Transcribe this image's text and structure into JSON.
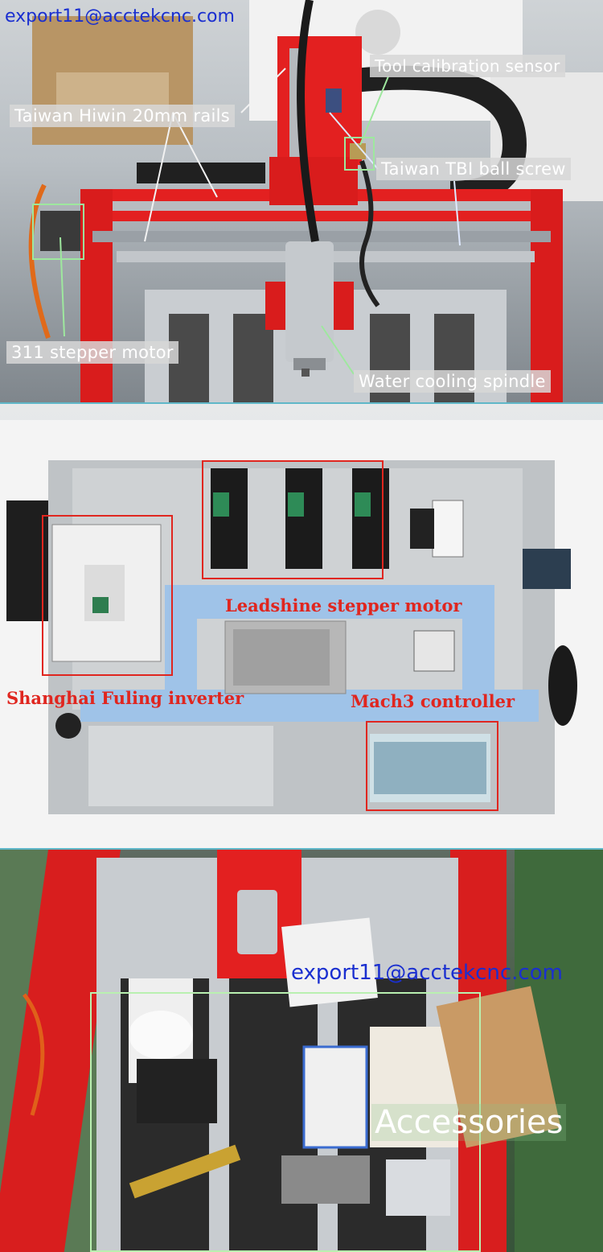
{
  "panel_top": {
    "email": "export11@acctekcnc.com",
    "labels": {
      "tool_sensor": "Tool calibration sensor",
      "rails": "Taiwan Hiwin 20mm rails",
      "ball_screw": "Taiwan TBI ball screw",
      "stepper_motor": "311 stepper motor",
      "spindle": "Water cooling spindle"
    },
    "colors": {
      "frame_red": "#e32020",
      "tag_gray": "#d7d7d7",
      "pointer_green": "#9ee89e"
    }
  },
  "panel_middle": {
    "labels": {
      "leadshine": "Leadshine stepper motor",
      "inverter": "Shanghai Fuling inverter",
      "mach3": "Mach3 controller"
    },
    "colors": {
      "box_red": "#e0261f",
      "rail_blue": "#9fc3e8"
    }
  },
  "panel_bottom": {
    "email": "export11@acctekcnc.com",
    "title": "Accessories",
    "colors": {
      "box_green": "#b9f0b0"
    }
  }
}
